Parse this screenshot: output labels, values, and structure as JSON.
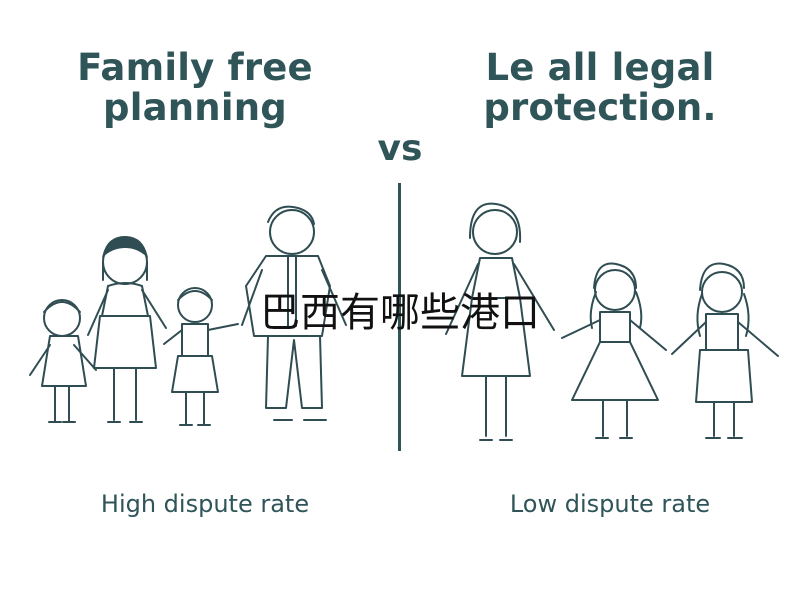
{
  "left": {
    "title": "Family free\nplanning",
    "caption": "High dispute rate"
  },
  "right": {
    "title": "Le all legal\nprotection.",
    "caption": "Low dispute rate"
  },
  "vs_label": "vs",
  "overlay_text": "巴西有哪些港口",
  "colors": {
    "heading": "#2f5558",
    "line_art": "#2f4d52",
    "background": "#ffffff"
  }
}
